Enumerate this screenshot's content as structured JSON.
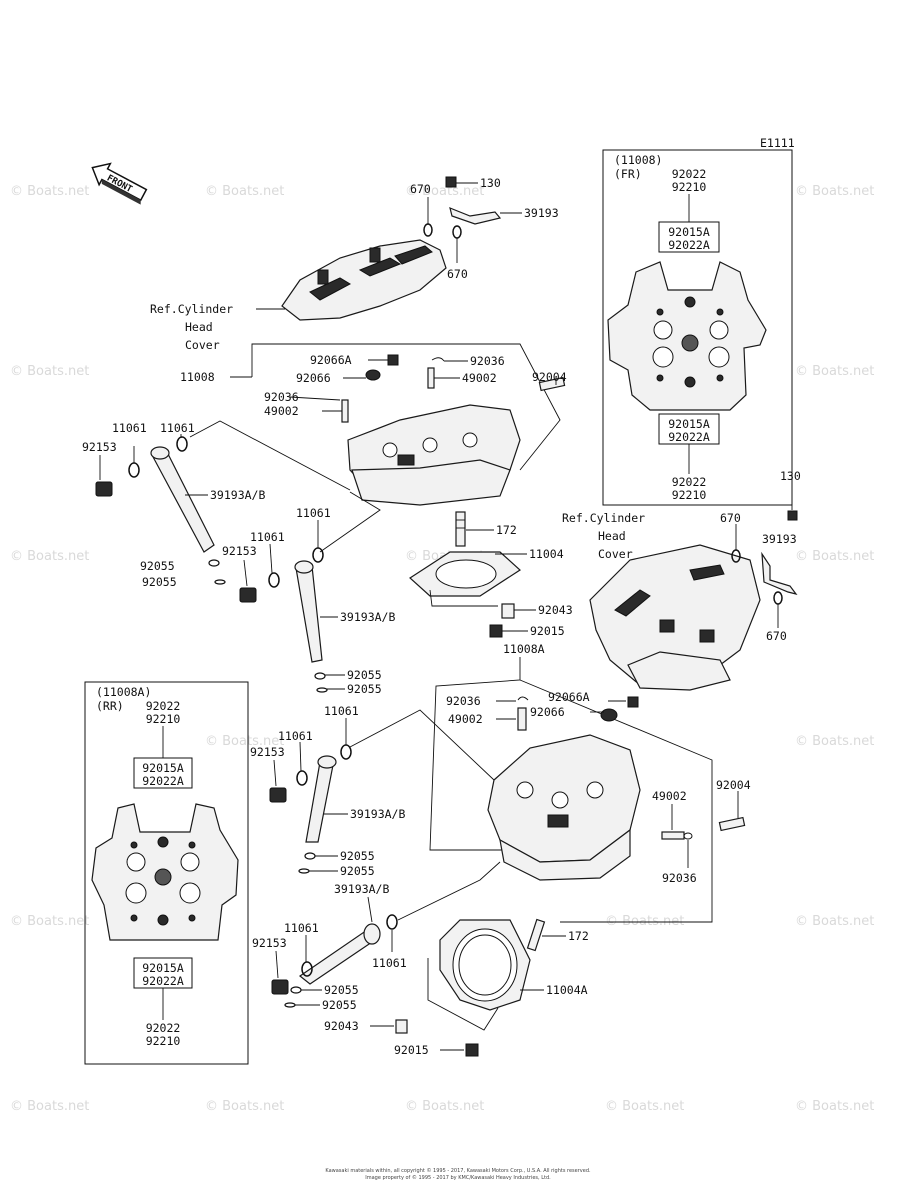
{
  "diagram_code": "E1111",
  "front_label": "FRONT",
  "watermark_text": "© Boats.net",
  "footer": {
    "line1": "Kawasaki materials within, all copyright © 1995 - 2017, Kawasaki Motors Corp., U.S.A. All rights reserved.",
    "line2": "Image property of © 1995 - 2017 by KMC/Kawasaki Heavy Industries, Ltd."
  },
  "inset_fr": {
    "title": "(11008)",
    "sub": "(FR)",
    "top": [
      "92022",
      "92210"
    ],
    "upper": [
      "92015A",
      "92022A"
    ],
    "lower": [
      "92015A",
      "92022A"
    ],
    "bottom": [
      "92022",
      "92210"
    ]
  },
  "inset_rr": {
    "title": "(11008A)",
    "sub": "(RR)",
    "top": [
      "92022",
      "92210"
    ],
    "upper": [
      "92015A",
      "92022A"
    ],
    "lower": [
      "92015A",
      "92022A"
    ],
    "bottom": [
      "92022",
      "92210"
    ]
  },
  "ref_cover_1": [
    "Ref.Cylinder",
    "Head",
    "Cover"
  ],
  "ref_cover_2": [
    "Ref.Cylinder",
    "Head",
    "Cover"
  ],
  "callouts": {
    "c130a": "130",
    "c670a": "670",
    "c39193a": "39193",
    "c670b": "670",
    "c92066A_a": "92066A",
    "c92036_a": "92036",
    "c92004_a": "92004",
    "c92066_a": "92066",
    "c49002_a": "49002",
    "c11008": "11008",
    "c92036_b": "92036",
    "c49002_b": "49002",
    "c11061_a": "11061",
    "c11061_b": "11061",
    "c92153_a": "92153",
    "c39193AB_a": "39193A/B",
    "c11061_c": "11061",
    "c172_a": "172",
    "c11061_d": "11061",
    "c92153_b": "92153",
    "c92055_a": "92055",
    "c92055_b": "92055",
    "c11004": "11004",
    "c39193AB_b": "39193A/B",
    "c92043_a": "92043",
    "c92015_a": "92015",
    "c11008A": "11008A",
    "c92055_c": "92055",
    "c92055_d": "92055",
    "c130b": "130",
    "c670c": "670",
    "c39193b": "39193",
    "c670d": "670",
    "c92036_c": "92036",
    "c92066A_b": "92066A",
    "c49002_c": "49002",
    "c92066_b": "92066",
    "c11061_e": "11061",
    "c11061_f": "11061",
    "c92153_c": "92153",
    "c39193AB_c": "39193A/B",
    "c49002_d": "49002",
    "c92004_b": "92004",
    "c92055_e": "92055",
    "c92055_f": "92055",
    "c92036_d": "92036",
    "c39193AB_d": "39193A/B",
    "c11061_g": "11061",
    "c92153_d": "92153",
    "c11061_h": "11061",
    "c172_b": "172",
    "c92055_g": "92055",
    "c92055_h": "92055",
    "c11004A": "11004A",
    "c92043_b": "92043",
    "c92015_b": "92015"
  }
}
